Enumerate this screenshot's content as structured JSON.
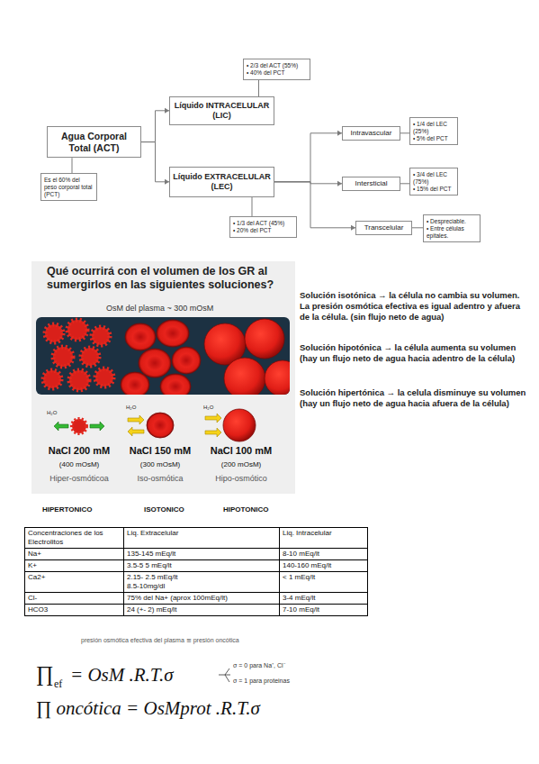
{
  "diagram": {
    "nodes": [
      {
        "text": [
          "Agua Corporal Total (ACT)"
        ]
      },
      {
        "text": [
          "Es el 60% del peso corporal total (PCT)"
        ]
      },
      {
        "text": [
          "Líquido INTRACELULAR (LIC)"
        ]
      },
      {
        "text": [
          "• 2/3 del ACT (55%)",
          "• 40% del PCT"
        ]
      },
      {
        "text": [
          "Líquido EXTRACELULAR (LEC)"
        ]
      },
      {
        "text": [
          "• 1/3 del ACT (45%)",
          "• 20% del PCT"
        ]
      },
      {
        "text": [
          "Intravascular"
        ]
      },
      {
        "text": [
          "• 1/4 del LEC (25%)",
          "• 5% del PCT"
        ]
      },
      {
        "text": [
          "Intersticial"
        ]
      },
      {
        "text": [
          "• 3/4 del LEC (75%)",
          "• 15% del PCT"
        ]
      },
      {
        "text": [
          "Transcelular"
        ]
      },
      {
        "text": [
          "• Despreciable.",
          "• Entre células epitales."
        ]
      }
    ],
    "edges": [
      {
        "from": 0,
        "to": 1,
        "arrow": "none"
      },
      {
        "from": 0,
        "to": 2,
        "arrow": "to"
      },
      {
        "from": 0,
        "to": 4,
        "arrow": "to"
      },
      {
        "from": 2,
        "to": 3,
        "arrow": "none"
      },
      {
        "from": 4,
        "to": 5,
        "arrow": "none"
      },
      {
        "from": 4,
        "to": 6,
        "arrow": "to"
      },
      {
        "from": 4,
        "to": 8,
        "arrow": "to"
      },
      {
        "from": 4,
        "to": 10,
        "arrow": "to"
      },
      {
        "from": 6,
        "to": 7,
        "arrow": "none"
      },
      {
        "from": 8,
        "to": 9,
        "arrow": "none"
      },
      {
        "from": 10,
        "to": 11,
        "arrow": "none"
      }
    ],
    "labels": [
      "Qué ocurrirá con el volumen de los GR al sumergirlos en las siguientes soluciones?",
      "OsM del plasma ~ 300 mOsM",
      "H₂O",
      "H₂O",
      "H₂O",
      "NaCl 200 mM",
      "(400 mOsM)",
      "Hiper-osmóticoa",
      "NaCl 150 mM",
      "(300 mOsM)",
      "Iso-osmótica",
      "NaCl 100 mM",
      "(200 mOsM)",
      "Hipo-osmótico",
      "HIPERTONICO",
      "ISOTONICO",
      "HIPOTONICO",
      "Solución isotónica → la célula no cambia su volumen. La presión osmótica efectiva es igual adentro y afuera de la célula. (sin flujo neto de agua)",
      "Solución hipotónica → la célula aumenta su volumen (hay un flujo neto de agua hacia adentro de la célula)",
      "Solución hipertónica → la celula disminuye su volumen (hay un flujo neto de agua hacia afuera de la célula)",
      "Concentraciones de los Electrolitos",
      "Liq. Extracelular",
      "Liq. Intracelular",
      "Na+",
      "135-145 mEq/lt",
      "8-10 mEq/lt",
      "K+",
      "3.5-5 5 mEq/lt",
      "140-160 mEq/lt",
      "Ca2+",
      "2.15- 2.5 mEq/lt",
      "8.5-10mg/dl",
      "< 1 mEq/lt",
      "Cl-",
      "75% del Na+ (aprox 100mEq/lt)",
      "3-4 mEq/lt",
      "HCO3",
      "24 (+- 2) mEq/lt",
      "7-10 mEq/lt",
      "presión osmótica efectiva del plasma ≅ presión oncótica",
      "∏",
      "ef",
      "= OsM .R.T.σ",
      "σ = 0 para Na⁺, Cl⁻",
      "σ = 1 para proteinas",
      "∏ oncótica = OsMprot .R.T.σ"
    ]
  }
}
